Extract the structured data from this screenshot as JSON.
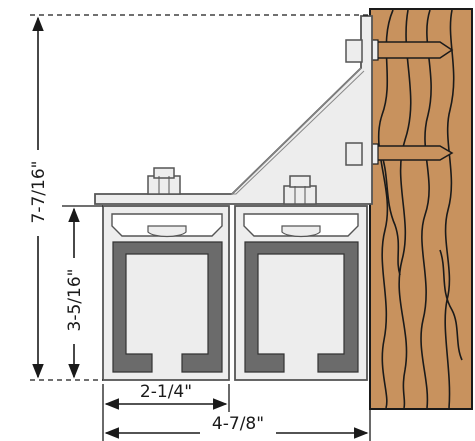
{
  "dimensions": {
    "overall_height": "7-7/16\"",
    "track_height": "3-5/16\"",
    "track_width": "2-1/4\"",
    "overall_width": "4-7/8\""
  },
  "colors": {
    "wood_fill": "#C8925E",
    "wood_grain": "#1a1a1a",
    "metal_fill": "#EDEDED",
    "metal_stroke": "#555555",
    "track_dark": "#6B6B6B",
    "line": "#1a1a1a"
  }
}
